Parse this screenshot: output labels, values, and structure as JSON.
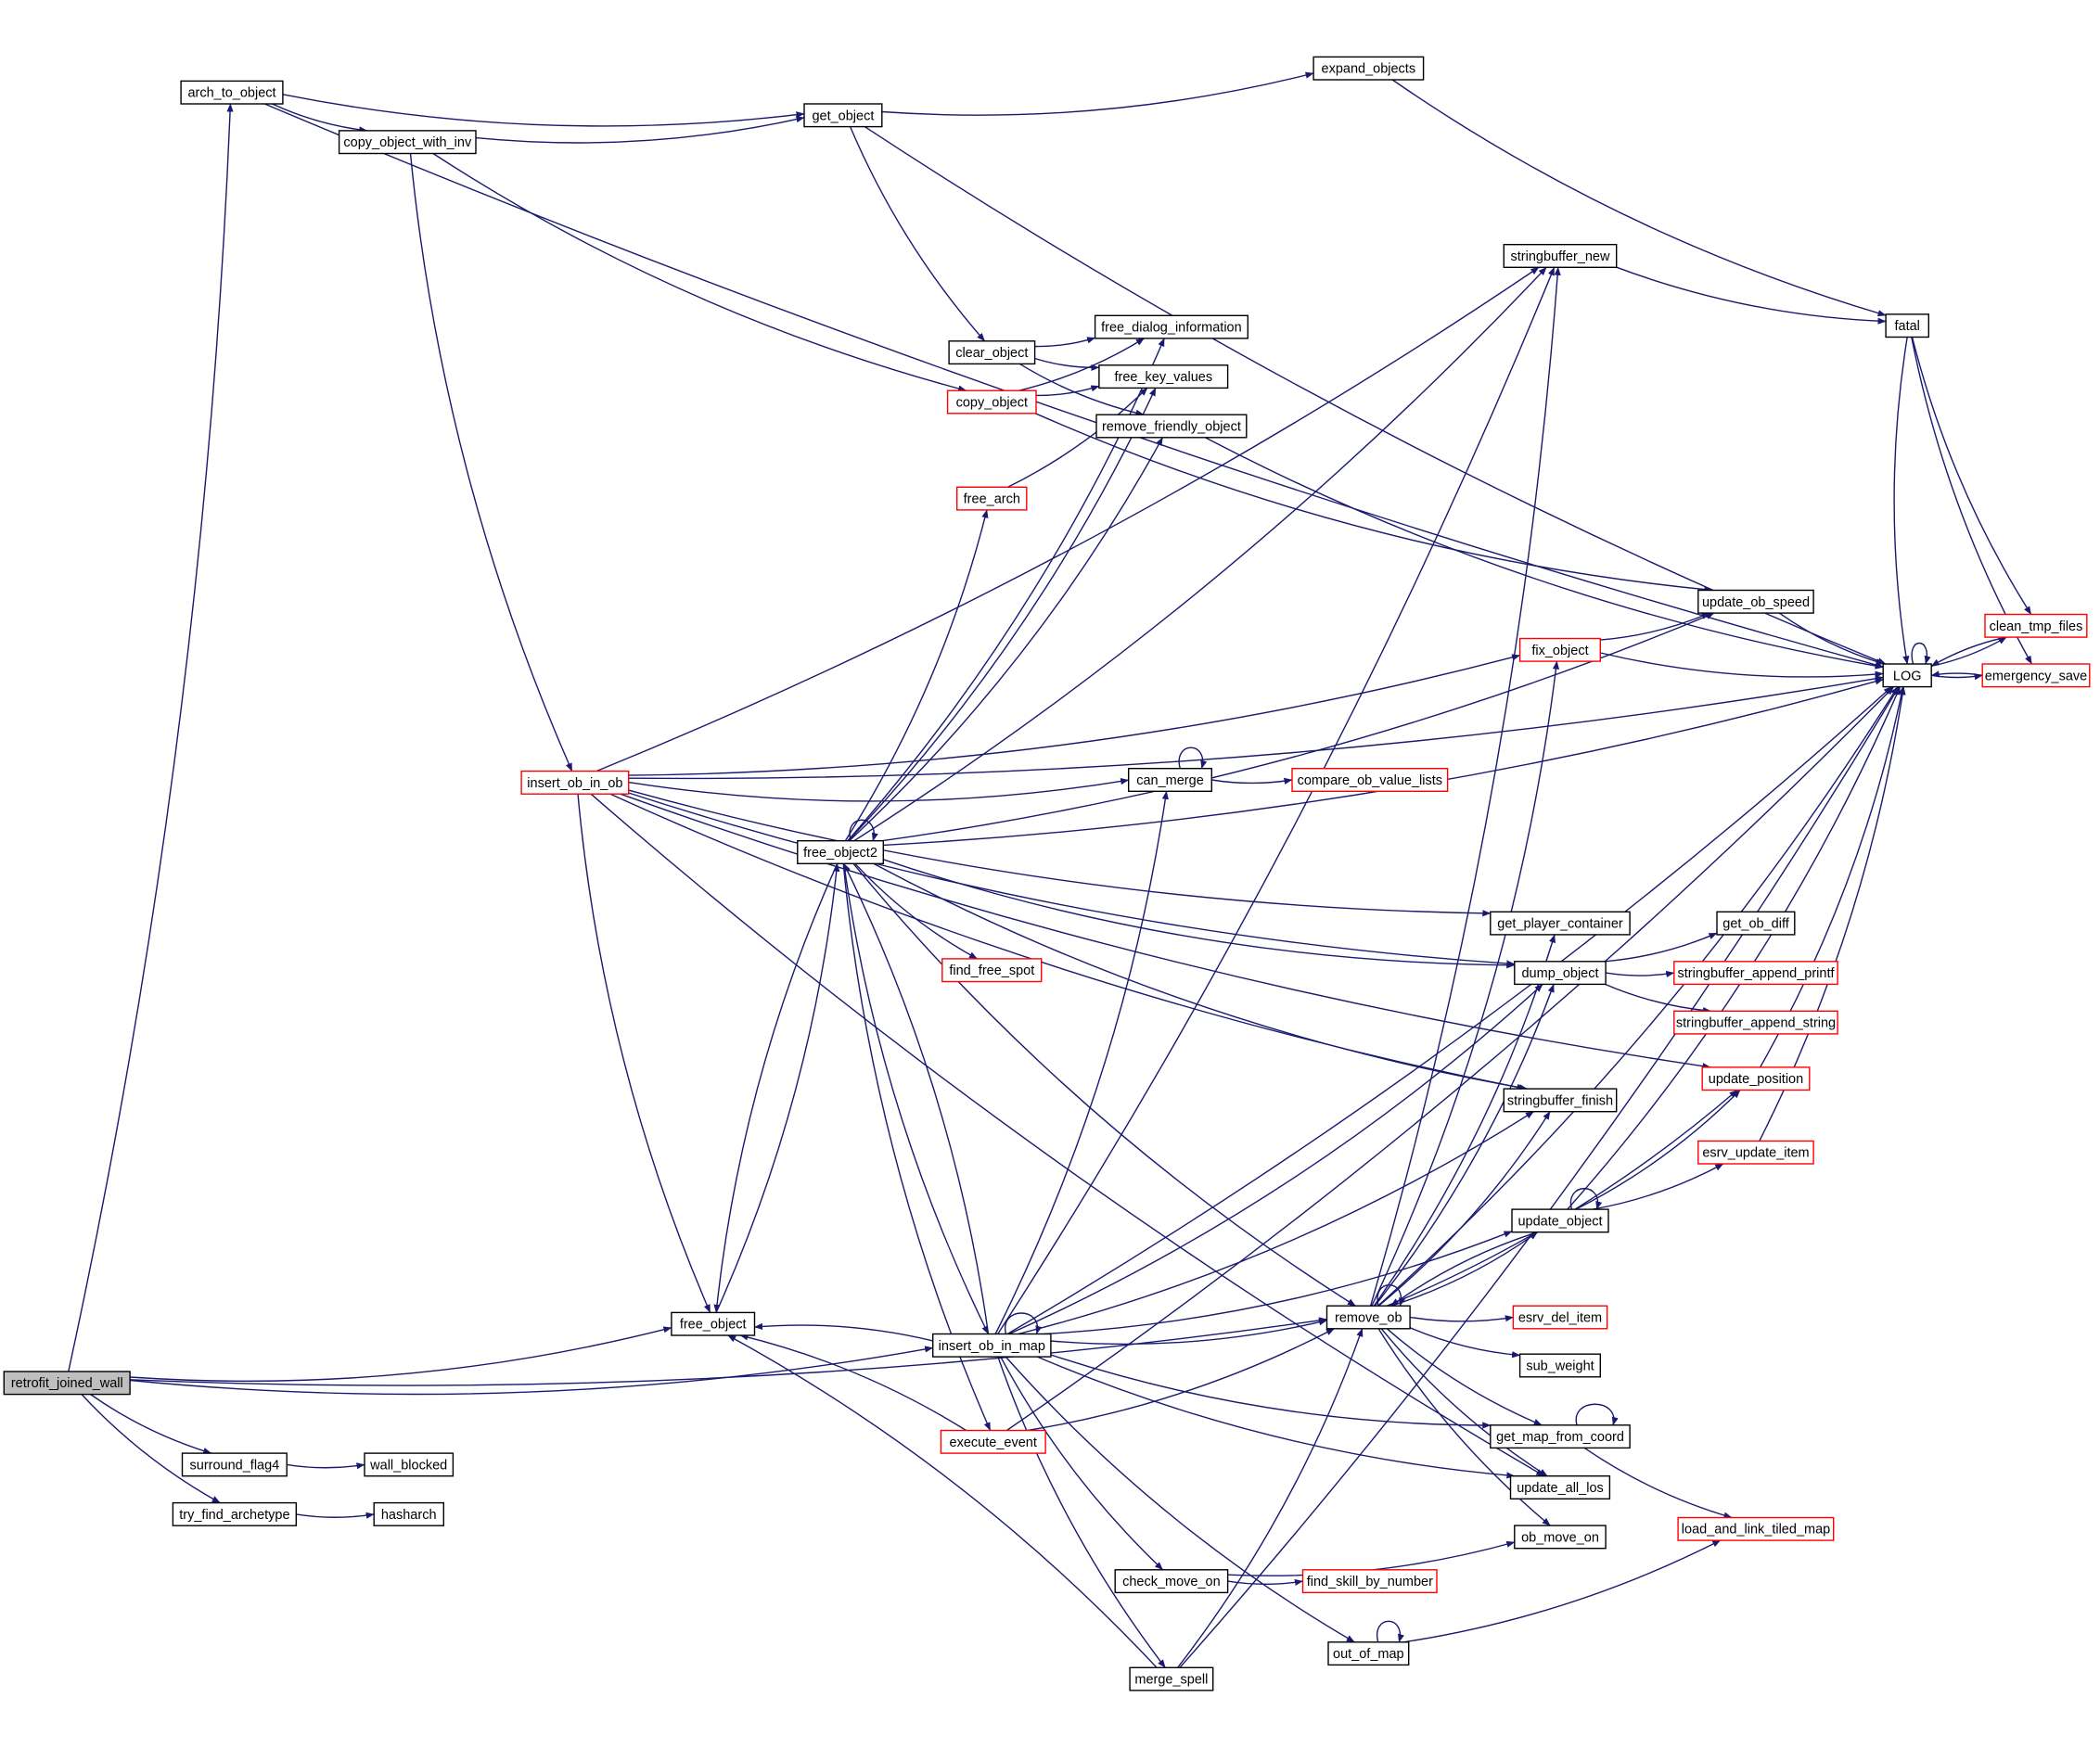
{
  "colors": {
    "edge": "#191970",
    "node_border_complete": "#000000",
    "node_border_truncated": "#ff0000",
    "root_fill": "#bfbfbf",
    "node_fill": "#ffffff"
  },
  "nodes": [
    {
      "id": "retrofit",
      "label": "retrofit_joined_wall",
      "root": true
    },
    {
      "id": "arch_to_object",
      "label": "arch_to_object"
    },
    {
      "id": "copy_object_with_inv",
      "label": "copy_object_with_inv"
    },
    {
      "id": "get_object",
      "label": "get_object"
    },
    {
      "id": "expand_objects",
      "label": "expand_objects"
    },
    {
      "id": "insert_ob_in_ob",
      "label": "insert_ob_in_ob",
      "truncated": true
    },
    {
      "id": "free_object",
      "label": "free_object"
    },
    {
      "id": "free_object2",
      "label": "free_object2"
    },
    {
      "id": "insert_ob_in_map",
      "label": "insert_ob_in_map"
    },
    {
      "id": "execute_event",
      "label": "execute_event",
      "truncated": true
    },
    {
      "id": "surround_flag4",
      "label": "surround_flag4"
    },
    {
      "id": "wall_blocked",
      "label": "wall_blocked"
    },
    {
      "id": "try_find_archetype",
      "label": "try_find_archetype"
    },
    {
      "id": "hasharch",
      "label": "hasharch"
    },
    {
      "id": "clear_object",
      "label": "clear_object"
    },
    {
      "id": "copy_object",
      "label": "copy_object",
      "truncated": true
    },
    {
      "id": "free_dialog_information",
      "label": "free_dialog_information"
    },
    {
      "id": "free_key_values",
      "label": "free_key_values"
    },
    {
      "id": "remove_friendly_object",
      "label": "remove_friendly_object"
    },
    {
      "id": "free_arch",
      "label": "free_arch",
      "truncated": true
    },
    {
      "id": "find_free_spot",
      "label": "find_free_spot",
      "truncated": true
    },
    {
      "id": "can_merge",
      "label": "can_merge"
    },
    {
      "id": "compare_ob_value_lists",
      "label": "compare_ob_value_lists",
      "truncated": true
    },
    {
      "id": "stringbuffer_new",
      "label": "stringbuffer_new"
    },
    {
      "id": "fatal",
      "label": "fatal"
    },
    {
      "id": "LOG",
      "label": "LOG"
    },
    {
      "id": "clean_tmp_files",
      "label": "clean_tmp_files",
      "truncated": true
    },
    {
      "id": "emergency_save",
      "label": "emergency_save",
      "truncated": true
    },
    {
      "id": "update_ob_speed",
      "label": "update_ob_speed"
    },
    {
      "id": "fix_object",
      "label": "fix_object",
      "truncated": true
    },
    {
      "id": "get_player_container",
      "label": "get_player_container"
    },
    {
      "id": "dump_object",
      "label": "dump_object"
    },
    {
      "id": "get_ob_diff",
      "label": "get_ob_diff"
    },
    {
      "id": "stringbuffer_append_printf",
      "label": "stringbuffer_append_printf",
      "truncated": true
    },
    {
      "id": "stringbuffer_append_string",
      "label": "stringbuffer_append_string",
      "truncated": true
    },
    {
      "id": "update_position",
      "label": "update_position",
      "truncated": true
    },
    {
      "id": "stringbuffer_finish",
      "label": "stringbuffer_finish"
    },
    {
      "id": "esrv_update_item",
      "label": "esrv_update_item",
      "truncated": true
    },
    {
      "id": "update_object",
      "label": "update_object"
    },
    {
      "id": "remove_ob",
      "label": "remove_ob"
    },
    {
      "id": "esrv_del_item",
      "label": "esrv_del_item",
      "truncated": true
    },
    {
      "id": "sub_weight",
      "label": "sub_weight"
    },
    {
      "id": "get_map_from_coord",
      "label": "get_map_from_coord"
    },
    {
      "id": "update_all_los",
      "label": "update_all_los"
    },
    {
      "id": "ob_move_on",
      "label": "ob_move_on"
    },
    {
      "id": "load_and_link_tiled_map",
      "label": "load_and_link_tiled_map",
      "truncated": true
    },
    {
      "id": "check_move_on",
      "label": "check_move_on"
    },
    {
      "id": "find_skill_by_number",
      "label": "find_skill_by_number",
      "truncated": true
    },
    {
      "id": "out_of_map",
      "label": "out_of_map"
    },
    {
      "id": "merge_spell",
      "label": "merge_spell"
    }
  ],
  "edges": [
    [
      "retrofit",
      "arch_to_object"
    ],
    [
      "retrofit",
      "free_object"
    ],
    [
      "retrofit",
      "insert_ob_in_map"
    ],
    [
      "retrofit",
      "remove_ob"
    ],
    [
      "retrofit",
      "surround_flag4"
    ],
    [
      "retrofit",
      "try_find_archetype"
    ],
    [
      "surround_flag4",
      "wall_blocked"
    ],
    [
      "try_find_archetype",
      "hasharch"
    ],
    [
      "arch_to_object",
      "LOG"
    ],
    [
      "arch_to_object",
      "get_object"
    ],
    [
      "arch_to_object",
      "copy_object_with_inv"
    ],
    [
      "copy_object_with_inv",
      "get_object"
    ],
    [
      "copy_object_with_inv",
      "copy_object"
    ],
    [
      "copy_object_with_inv",
      "insert_ob_in_ob"
    ],
    [
      "get_object",
      "expand_objects"
    ],
    [
      "get_object",
      "LOG"
    ],
    [
      "get_object",
      "clear_object"
    ],
    [
      "expand_objects",
      "fatal"
    ],
    [
      "clear_object",
      "free_dialog_information"
    ],
    [
      "clear_object",
      "free_key_values"
    ],
    [
      "clear_object",
      "remove_friendly_object"
    ],
    [
      "copy_object",
      "free_dialog_information"
    ],
    [
      "copy_object",
      "free_key_values"
    ],
    [
      "copy_object",
      "update_ob_speed"
    ],
    [
      "free_arch",
      "free_key_values"
    ],
    [
      "remove_friendly_object",
      "LOG"
    ],
    [
      "insert_ob_in_ob",
      "LOG"
    ],
    [
      "insert_ob_in_ob",
      "stringbuffer_new"
    ],
    [
      "insert_ob_in_ob",
      "fix_object"
    ],
    [
      "insert_ob_in_ob",
      "get_player_container"
    ],
    [
      "insert_ob_in_ob",
      "can_merge"
    ],
    [
      "insert_ob_in_ob",
      "dump_object"
    ],
    [
      "insert_ob_in_ob",
      "update_position"
    ],
    [
      "insert_ob_in_ob",
      "stringbuffer_finish"
    ],
    [
      "insert_ob_in_ob",
      "free_object"
    ],
    [
      "insert_ob_in_ob",
      "update_all_los"
    ],
    [
      "free_object",
      "free_object2"
    ],
    [
      "free_object2",
      "free_object2"
    ],
    [
      "free_object2",
      "free_object"
    ],
    [
      "free_object2",
      "stringbuffer_new"
    ],
    [
      "free_object2",
      "free_dialog_information"
    ],
    [
      "free_object2",
      "free_key_values"
    ],
    [
      "free_object2",
      "remove_friendly_object"
    ],
    [
      "free_object2",
      "free_arch"
    ],
    [
      "free_object2",
      "update_ob_speed"
    ],
    [
      "free_object2",
      "LOG"
    ],
    [
      "free_object2",
      "dump_object"
    ],
    [
      "free_object2",
      "stringbuffer_finish"
    ],
    [
      "free_object2",
      "find_free_spot"
    ],
    [
      "free_object2",
      "remove_ob"
    ],
    [
      "free_object2",
      "insert_ob_in_map"
    ],
    [
      "free_object2",
      "execute_event"
    ],
    [
      "insert_ob_in_map",
      "insert_ob_in_map"
    ],
    [
      "insert_ob_in_map",
      "free_object"
    ],
    [
      "insert_ob_in_map",
      "free_object2"
    ],
    [
      "insert_ob_in_map",
      "stringbuffer_new"
    ],
    [
      "insert_ob_in_map",
      "can_merge"
    ],
    [
      "insert_ob_in_map",
      "LOG"
    ],
    [
      "insert_ob_in_map",
      "dump_object"
    ],
    [
      "insert_ob_in_map",
      "stringbuffer_finish"
    ],
    [
      "insert_ob_in_map",
      "update_object"
    ],
    [
      "insert_ob_in_map",
      "remove_ob"
    ],
    [
      "insert_ob_in_map",
      "get_map_from_coord"
    ],
    [
      "insert_ob_in_map",
      "update_all_los"
    ],
    [
      "insert_ob_in_map",
      "check_move_on"
    ],
    [
      "insert_ob_in_map",
      "out_of_map"
    ],
    [
      "insert_ob_in_map",
      "merge_spell"
    ],
    [
      "execute_event",
      "free_object"
    ],
    [
      "execute_event",
      "remove_ob"
    ],
    [
      "execute_event",
      "LOG"
    ],
    [
      "can_merge",
      "can_merge"
    ],
    [
      "can_merge",
      "compare_ob_value_lists"
    ],
    [
      "stringbuffer_new",
      "fatal"
    ],
    [
      "fatal",
      "LOG"
    ],
    [
      "fatal",
      "clean_tmp_files"
    ],
    [
      "fatal",
      "emergency_save"
    ],
    [
      "LOG",
      "LOG"
    ],
    [
      "LOG",
      "clean_tmp_files"
    ],
    [
      "LOG",
      "emergency_save"
    ],
    [
      "clean_tmp_files",
      "LOG"
    ],
    [
      "emergency_save",
      "LOG"
    ],
    [
      "update_ob_speed",
      "LOG"
    ],
    [
      "fix_object",
      "update_ob_speed"
    ],
    [
      "fix_object",
      "LOG"
    ],
    [
      "dump_object",
      "get_ob_diff"
    ],
    [
      "dump_object",
      "stringbuffer_append_printf"
    ],
    [
      "dump_object",
      "stringbuffer_append_string"
    ],
    [
      "update_position",
      "LOG"
    ],
    [
      "update_object",
      "update_object"
    ],
    [
      "update_object",
      "update_position"
    ],
    [
      "update_object",
      "esrv_update_item"
    ],
    [
      "update_object",
      "LOG"
    ],
    [
      "update_object",
      "remove_ob"
    ],
    [
      "esrv_update_item",
      "LOG"
    ],
    [
      "remove_ob",
      "remove_ob"
    ],
    [
      "remove_ob",
      "stringbuffer_new"
    ],
    [
      "remove_ob",
      "fix_object"
    ],
    [
      "remove_ob",
      "get_player_container"
    ],
    [
      "remove_ob",
      "dump_object"
    ],
    [
      "remove_ob",
      "stringbuffer_finish"
    ],
    [
      "remove_ob",
      "update_position"
    ],
    [
      "remove_ob",
      "update_object"
    ],
    [
      "remove_ob",
      "LOG"
    ],
    [
      "remove_ob",
      "esrv_del_item"
    ],
    [
      "remove_ob",
      "sub_weight"
    ],
    [
      "remove_ob",
      "get_map_from_coord"
    ],
    [
      "remove_ob",
      "update_all_los"
    ],
    [
      "remove_ob",
      "ob_move_on"
    ],
    [
      "get_map_from_coord",
      "get_map_from_coord"
    ],
    [
      "get_map_from_coord",
      "load_and_link_tiled_map"
    ],
    [
      "check_move_on",
      "ob_move_on"
    ],
    [
      "check_move_on",
      "find_skill_by_number"
    ],
    [
      "out_of_map",
      "out_of_map"
    ],
    [
      "out_of_map",
      "load_and_link_tiled_map"
    ],
    [
      "merge_spell",
      "remove_ob"
    ],
    [
      "merge_spell",
      "free_object"
    ],
    [
      "merge_spell",
      "LOG"
    ]
  ]
}
